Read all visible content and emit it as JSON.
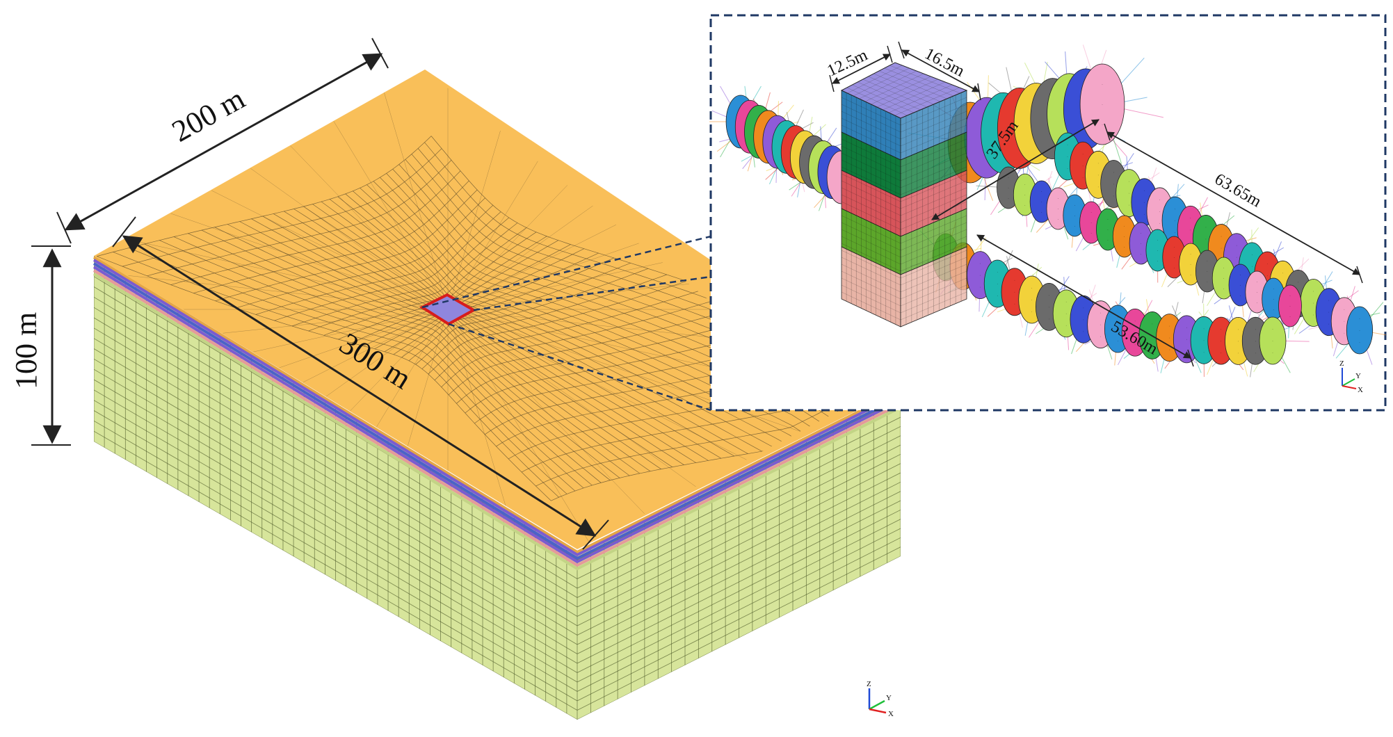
{
  "colors": {
    "soil_top": "#f9bf59",
    "soil_top_dark": "#e4a646",
    "soil_side": "#d7e59b",
    "soil_side_dark": "#c3d486",
    "mesh_line": "#5a4a2a",
    "side_mesh_line": "#4d5a2a",
    "layer_purple": "#7b5bd1",
    "layer_blue": "#4a62c9",
    "layer_pink": "#e59a9a",
    "highlight_red": "#d71c1c",
    "highlight_fill": "#8f86dd",
    "callout_border": "#1f3864",
    "dimension_line": "#222222",
    "shaft_top": "#9a8fe0",
    "shaft_levels": [
      "#2f7fb7",
      "#0e7a3a",
      "#d7545a",
      "#5ca62a",
      "#e8b4a6"
    ],
    "ring_palette": [
      "#2b8fd6",
      "#e8479a",
      "#32b04a",
      "#f08a1e",
      "#8e5bd8",
      "#1fb8b0",
      "#e53a2f",
      "#f2d23a",
      "#6b6b6b",
      "#b6e05a",
      "#3a4fd6",
      "#f4a6c8"
    ]
  },
  "dimensions": {
    "width": "200 m",
    "length": "300 m",
    "depth": "100 m"
  },
  "detail": {
    "shaft_width_a": "12.5m",
    "shaft_width_b": "16.5m",
    "tunnel_length_a": "37.5m",
    "tunnel_length_b": "63.65m",
    "tunnel_length_c": "53.60m"
  },
  "axes": {
    "z": "Z",
    "y": "Y",
    "x": "X"
  }
}
